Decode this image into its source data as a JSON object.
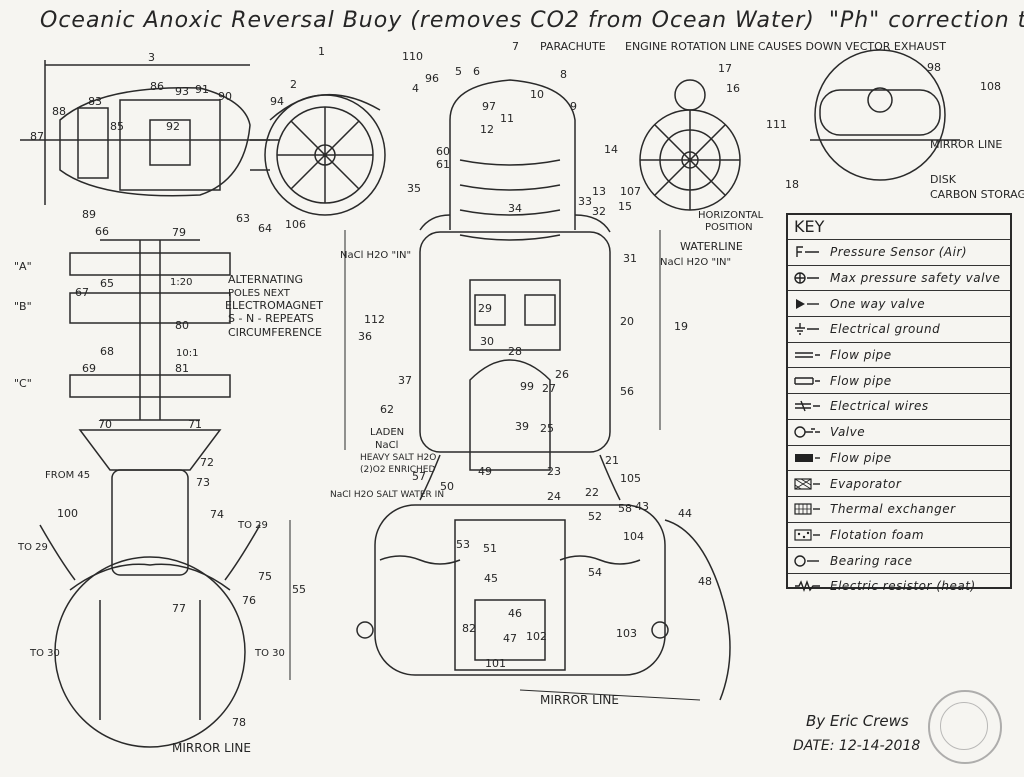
{
  "title": {
    "main": "Oceanic Anoxic Reversal Buoy",
    "paren": "(removes CO2 from Ocean Water)",
    "ph": "\"Ph\" correction tool"
  },
  "key": {
    "heading": "KEY",
    "items": [
      {
        "symbol": "pressure-sensor-icon",
        "label": "Pressure Sensor (Air)"
      },
      {
        "symbol": "safety-valve-icon",
        "label": "Max pressure safety valve"
      },
      {
        "symbol": "one-way-valve-icon",
        "label": "One way valve"
      },
      {
        "symbol": "ground-icon",
        "label": "Electrical ground"
      },
      {
        "symbol": "flow-pipe-icon",
        "label": "Flow pipe"
      },
      {
        "symbol": "flow-pipe-icon",
        "label": "Flow pipe"
      },
      {
        "symbol": "wires-icon",
        "label": "Electrical wires"
      },
      {
        "symbol": "valve-icon",
        "label": "Valve"
      },
      {
        "symbol": "flow-pipe-heavy-icon",
        "label": "Flow pipe"
      },
      {
        "symbol": "evaporator-icon",
        "label": "Evaporator"
      },
      {
        "symbol": "thermal-exchanger-icon",
        "label": "Thermal exchanger"
      },
      {
        "symbol": "flotation-foam-icon",
        "label": "Flotation foam"
      },
      {
        "symbol": "bearing-race-icon",
        "label": "Bearing race"
      },
      {
        "symbol": "resistor-icon",
        "label": "Electric resistor (heat)"
      }
    ]
  },
  "labels": {
    "parachute": "PARACHUTE",
    "engine_line": "ENGINE ROTATION LINE CAUSES DOWN VECTOR EXHAUST",
    "waterline": "WATERLINE",
    "horizontal": "HORIZONTAL",
    "position": "POSITION",
    "mirror_top": "MIRROR LINE",
    "disk": "DISK",
    "carbon": "CARBON STORAGE",
    "alternating": "ALTERNATING",
    "poles": "POLES NEXT",
    "electromagnet": "ELECTROMAGNET",
    "sn": "S - N - REPEATS",
    "circumference": "CIRCUMFERENCE",
    "nacl_in_1": "NaCl H2O \"IN\"",
    "nacl_in_2": "NaCl H2O \"IN\"",
    "laden": "LADEN",
    "nacl": "NaCl",
    "heavy": "HEAVY SALT H2O",
    "o2": "(2)O2 ENRICHED",
    "salt_water_in": "NaCl H2O SALT WATER IN",
    "from45": "FROM 45",
    "to29a": "TO 29",
    "to29b": "TO 29",
    "to30a": "TO 30",
    "to30b": "TO 30",
    "mirror_bottom": "MIRROR LINE",
    "mirror_center": "MIRROR LINE",
    "A": "\"A\"",
    "B": "\"B\"",
    "C": "\"C\"",
    "ratio1": "1:20",
    "ratio2": "10:1"
  },
  "numbers": [
    "3",
    "1",
    "110",
    "2",
    "94",
    "86",
    "93",
    "91",
    "90",
    "88",
    "83",
    "85",
    "87",
    "92",
    "89",
    "63",
    "64",
    "106",
    "96",
    "4",
    "97",
    "5",
    "6",
    "7",
    "8",
    "9",
    "10",
    "11",
    "12",
    "13",
    "14",
    "15",
    "16",
    "17",
    "18",
    "19",
    "33",
    "32",
    "107",
    "34",
    "35",
    "60",
    "61",
    "65",
    "66",
    "67",
    "68",
    "69",
    "70",
    "71",
    "72",
    "73",
    "74",
    "75",
    "76",
    "77",
    "78",
    "79",
    "80",
    "81",
    "100",
    "29",
    "30",
    "31",
    "20",
    "21",
    "22",
    "23",
    "24",
    "25",
    "26",
    "27",
    "28",
    "36",
    "37",
    "39",
    "43",
    "44",
    "45",
    "46",
    "47",
    "48",
    "49",
    "50",
    "51",
    "52",
    "53",
    "54",
    "55",
    "56",
    "57",
    "58",
    "62",
    "82",
    "98",
    "99",
    "101",
    "102",
    "103",
    "104",
    "105",
    "108",
    "111",
    "112"
  ],
  "signature": {
    "by": "By Eric Crews",
    "date_label": "DATE:",
    "date": "12-14-2018"
  }
}
